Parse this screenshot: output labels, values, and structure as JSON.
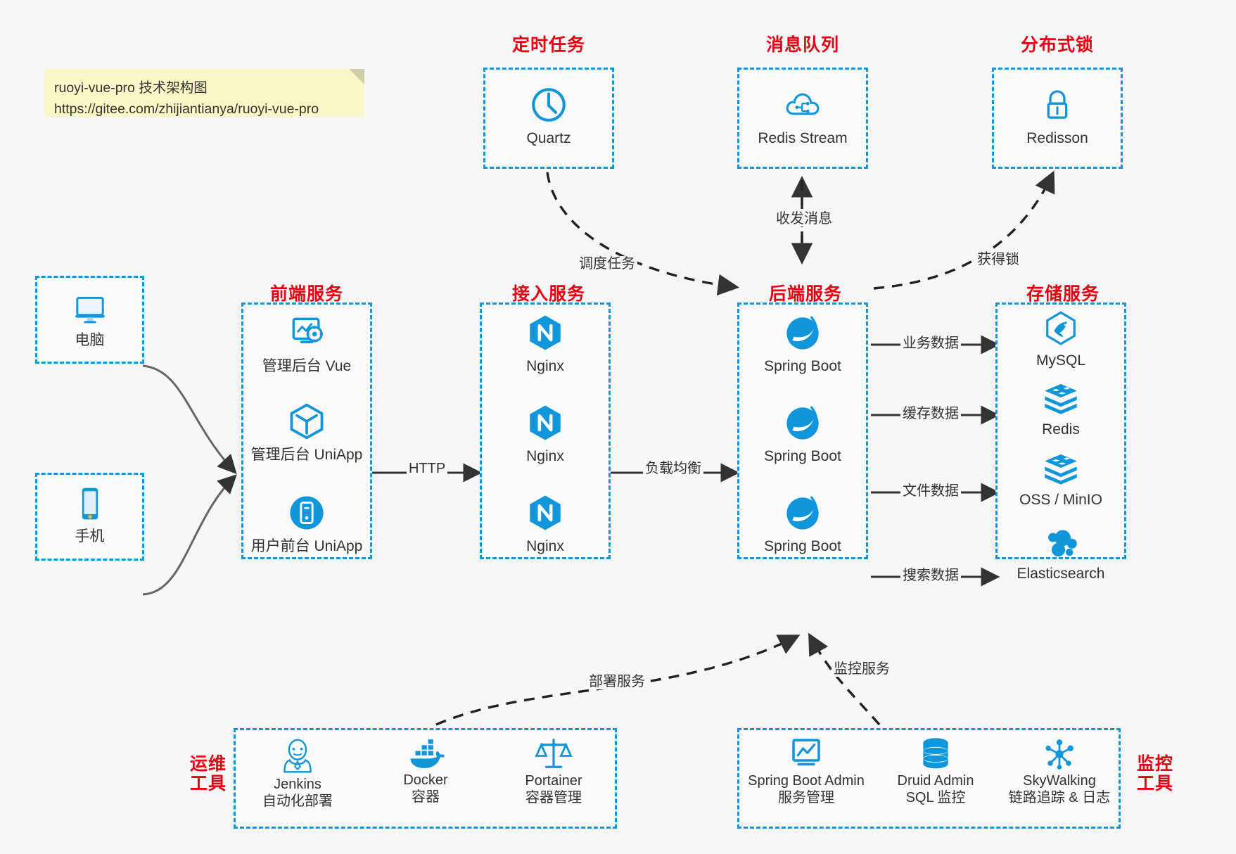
{
  "note": {
    "line1": "ruoyi-vue-pro 技术架构图",
    "line2": "https://gitee.com/zhijiantianya/ruoyi-vue-pro"
  },
  "groups": {
    "scheduled": {
      "title": "定时任务"
    },
    "mq": {
      "title": "消息队列"
    },
    "lock": {
      "title": "分布式锁"
    },
    "frontend": {
      "title": "前端服务"
    },
    "gateway": {
      "title": "接入服务"
    },
    "backend": {
      "title": "后端服务"
    },
    "storage": {
      "title": "存储服务"
    },
    "devops": {
      "title_l1": "运维",
      "title_l2": "工具"
    },
    "monitor": {
      "title_l1": "监控",
      "title_l2": "工具"
    }
  },
  "clients": [
    {
      "label": "电脑",
      "icon": "desktop-icon"
    },
    {
      "label": "手机",
      "icon": "mobile-icon"
    }
  ],
  "scheduled_nodes": [
    {
      "label": "Quartz",
      "icon": "clock-icon"
    }
  ],
  "mq_nodes": [
    {
      "label": "Redis Stream",
      "icon": "cloud-stream-icon"
    }
  ],
  "lock_nodes": [
    {
      "label": "Redisson",
      "icon": "lock-icon"
    }
  ],
  "frontend_nodes": [
    {
      "label": "管理后台 Vue",
      "icon": "dashboard-gear-icon"
    },
    {
      "label": "管理后台 UniApp",
      "icon": "hexagon-cube-icon"
    },
    {
      "label": "用户前台 UniApp",
      "icon": "phone-circle-icon"
    }
  ],
  "gateway_nodes": [
    {
      "label": "Nginx",
      "icon": "nginx-icon"
    },
    {
      "label": "Nginx",
      "icon": "nginx-icon"
    },
    {
      "label": "Nginx",
      "icon": "nginx-icon"
    }
  ],
  "backend_nodes": [
    {
      "label": "Spring Boot",
      "icon": "spring-boot-icon"
    },
    {
      "label": "Spring Boot",
      "icon": "spring-boot-icon"
    },
    {
      "label": "Spring Boot",
      "icon": "spring-boot-icon"
    }
  ],
  "storage_nodes": [
    {
      "label": "MySQL",
      "icon": "mysql-icon"
    },
    {
      "label": "Redis",
      "icon": "redis-icon"
    },
    {
      "label": "OSS / MinIO",
      "icon": "redis-stack-icon"
    },
    {
      "label": "Elasticsearch",
      "icon": "elasticsearch-icon"
    }
  ],
  "devops_nodes": [
    {
      "label": "Jenkins",
      "sub": "自动化部署",
      "icon": "jenkins-icon"
    },
    {
      "label": "Docker",
      "sub": "容器",
      "icon": "docker-icon"
    },
    {
      "label": "Portainer",
      "sub": "容器管理",
      "icon": "scales-icon"
    }
  ],
  "monitor_nodes": [
    {
      "label": "Spring Boot Admin",
      "sub": "服务管理",
      "icon": "monitor-chart-icon"
    },
    {
      "label": "Druid Admin",
      "sub": "SQL 监控",
      "icon": "database-icon"
    },
    {
      "label": "SkyWalking",
      "sub": "链路追踪 & 日志",
      "icon": "skywalking-icon"
    }
  ],
  "edges": {
    "http": "HTTP",
    "load_balance": "负载均衡",
    "schedule_task": "调度任务",
    "send_receive_message": "收发消息",
    "acquire_lock": "获得锁",
    "business_data": "业务数据",
    "cache_data": "缓存数据",
    "file_data": "文件数据",
    "search_data": "搜索数据",
    "deploy_service": "部署服务",
    "monitor_service": "监控服务"
  },
  "colors": {
    "accent_blue": "#1296db",
    "title_red": "#e60012",
    "note_yellow": "#fbf8c8",
    "edge_gray": "#333333",
    "background": "#f7f7f7"
  }
}
